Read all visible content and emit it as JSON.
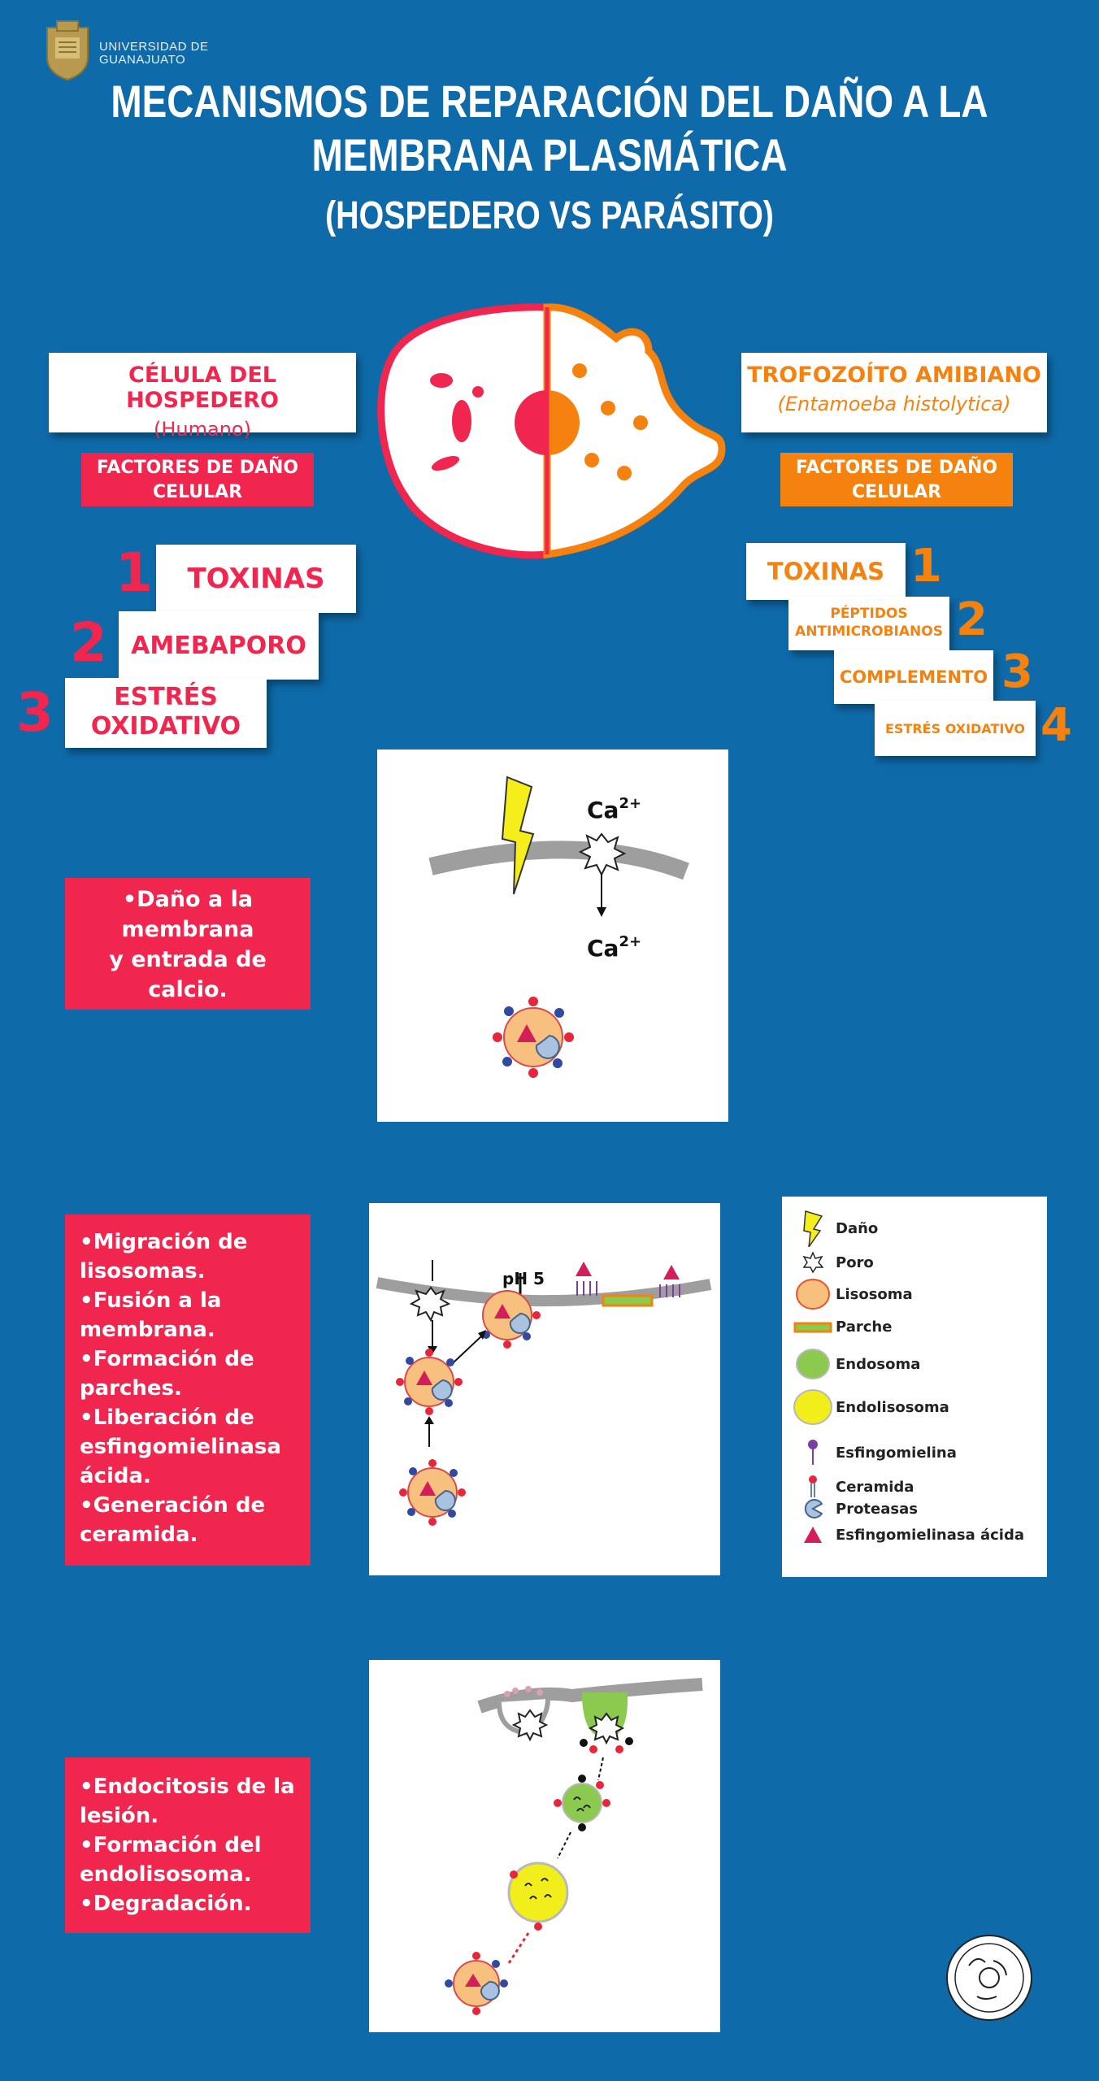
{
  "header": {
    "university_line1": "UNIVERSIDAD DE",
    "university_line2": "GUANAJUATO",
    "title_line1": "MECANISMOS DE REPARACIÓN DEL DAÑO A LA",
    "title_line2": "MEMBRANA PLASMÁTICA",
    "subtitle": "(HOSPEDERO VS PARÁSITO)"
  },
  "host": {
    "title": "CÉLULA DEL HOSPEDERO",
    "subtitle": "(Humano)",
    "factors_label_line1": "FACTORES DE DAÑO",
    "factors_label_line2": "CELULAR",
    "items": [
      {
        "num": "1",
        "line1": "TOXINAS",
        "line2": ""
      },
      {
        "num": "2",
        "line1": "AMEBAPORO",
        "line2": ""
      },
      {
        "num": "3",
        "line1": "ESTRÉS",
        "line2": "OXIDATIVO"
      }
    ],
    "color": "#f0264e"
  },
  "parasite": {
    "title": "TROFOZOÍTO AMIBIANO",
    "subtitle": "(Entamoeba histolytica)",
    "factors_label_line1": "FACTORES DE DAÑO",
    "factors_label_line2": "CELULAR",
    "items": [
      {
        "num": "1",
        "line1": "TOXINAS",
        "line2": ""
      },
      {
        "num": "2",
        "line1": "PÉPTIDOS",
        "line2": "ANTIMICROBIANOS"
      },
      {
        "num": "3",
        "line1": "COMPLEMENTO",
        "line2": ""
      },
      {
        "num": "4",
        "line1": "ESTRÉS OXIDATIVO",
        "line2": ""
      }
    ],
    "color": "#f5820e"
  },
  "steps": [
    {
      "lines": [
        "•Daño a la",
        "membrana",
        "y entrada de",
        "calcio."
      ]
    },
    {
      "lines": [
        "•Migración de",
        "lisosomas.",
        "•Fusión a la",
        "membrana.",
        "•Formación de",
        "parches.",
        "•Liberación de",
        "esfingomielinasa",
        "ácida.",
        "•Generación de",
        "ceramida."
      ]
    },
    {
      "lines": [
        "•Endocitosis de la",
        "lesión.",
        "•Formación del",
        "endolisosoma.",
        "•Degradación."
      ]
    }
  ],
  "diagram1": {
    "ca_top": "Ca",
    "ca_bottom": "Ca",
    "superscript": "2+"
  },
  "diagram2": {
    "ph_label": "pH 5"
  },
  "legend": [
    {
      "icon": "lightning-icon",
      "label": "Daño"
    },
    {
      "icon": "pore-icon",
      "label": "Poro"
    },
    {
      "icon": "lysosome-icon",
      "label": "Lisosoma"
    },
    {
      "icon": "patch-icon",
      "label": "Parche"
    },
    {
      "icon": "endosome-icon",
      "label": "Endosoma"
    },
    {
      "icon": "endolysosome-icon",
      "label": "Endolisosoma"
    },
    {
      "icon": "sphingomyelin-icon",
      "label": "Esfingomielina"
    },
    {
      "icon": "ceramide-icon",
      "label": "Ceramida"
    },
    {
      "icon": "protease-icon",
      "label": "Proteasas"
    },
    {
      "icon": "acid-sphingomyelinase-icon",
      "label": "Esfingomielinasa ácida"
    }
  ],
  "colors": {
    "background": "#0e6aa8",
    "host": "#f0264e",
    "parasite": "#f5820e",
    "lysosome": "#f7c07e",
    "endosome": "#8cc94f",
    "endolysosome": "#f2ee1c"
  }
}
